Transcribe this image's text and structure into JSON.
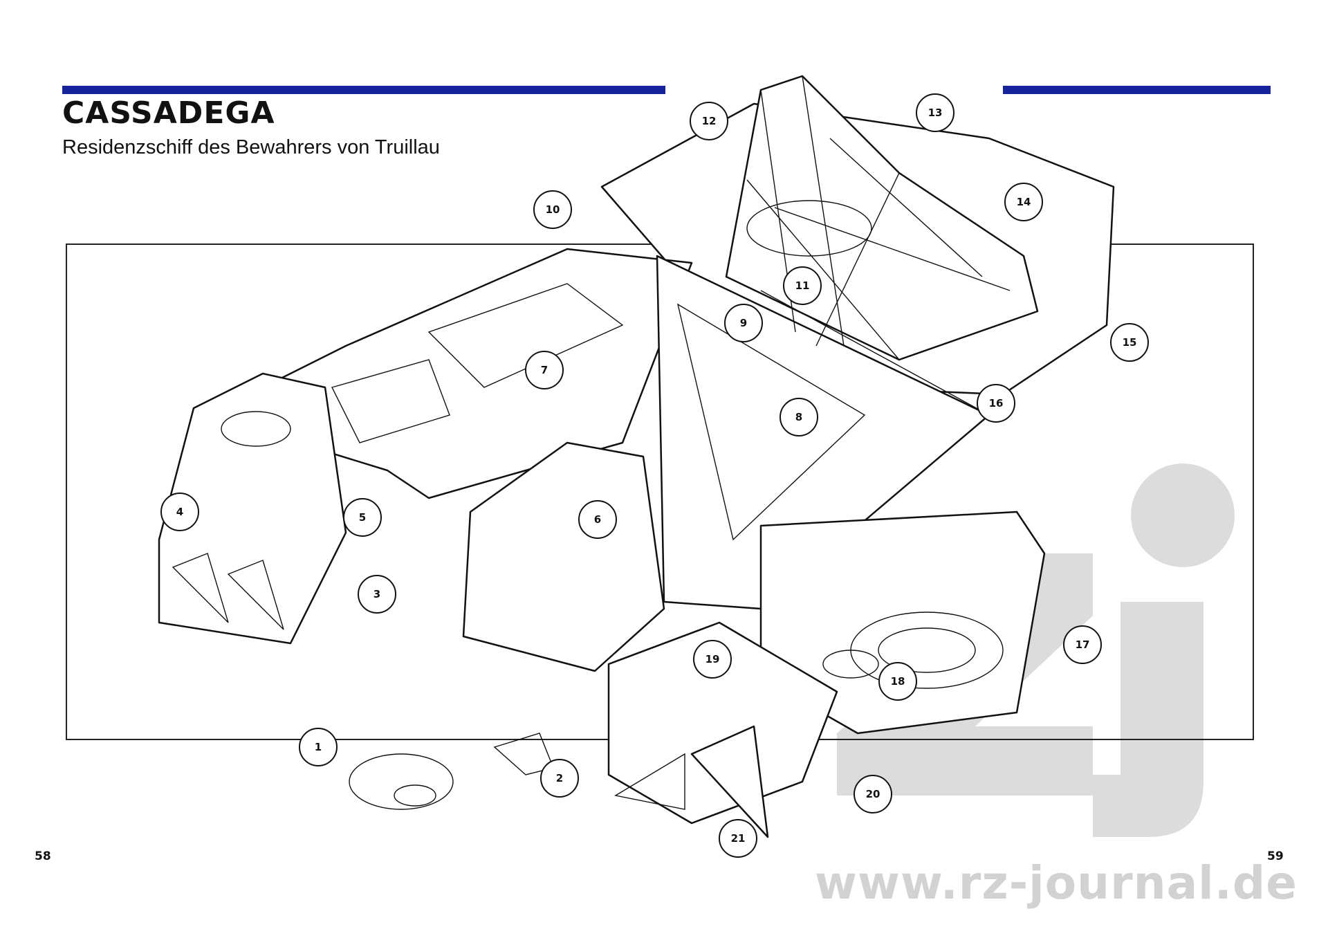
{
  "header": {
    "title": "CASSADEGA",
    "subtitle": "Residenzschiff des Bewahrers von Truillau",
    "accent_color": "#16239a"
  },
  "callouts": [
    {
      "label": "1"
    },
    {
      "label": "2"
    },
    {
      "label": "3"
    },
    {
      "label": "4"
    },
    {
      "label": "5"
    },
    {
      "label": "6"
    },
    {
      "label": "7"
    },
    {
      "label": "8"
    },
    {
      "label": "9"
    },
    {
      "label": "10"
    },
    {
      "label": "11"
    },
    {
      "label": "12"
    },
    {
      "label": "13"
    },
    {
      "label": "14"
    },
    {
      "label": "15"
    },
    {
      "label": "16"
    },
    {
      "label": "17"
    },
    {
      "label": "18"
    },
    {
      "label": "19"
    },
    {
      "label": "20"
    },
    {
      "label": "21"
    }
  ],
  "page_numbers": {
    "left": "58",
    "right": "59"
  },
  "watermark": {
    "url": "www.rz-journal.de"
  }
}
